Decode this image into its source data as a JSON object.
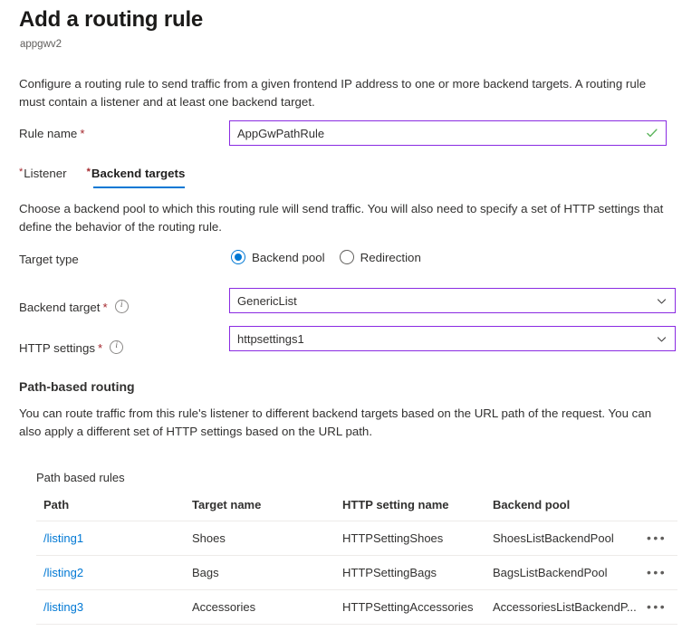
{
  "header": {
    "title": "Add a routing rule",
    "subtitle": "appgwv2"
  },
  "intro": {
    "text": "Configure a routing rule to send traffic from a given frontend IP address to one or more backend targets. A routing rule must contain a listener and at least one backend target."
  },
  "rule_name": {
    "label": "Rule name",
    "required_marker": "*",
    "value": "AppGwPathRule",
    "validation_icon": "check-icon",
    "border_color": "#8a2be2",
    "check_color": "#5db55d"
  },
  "tabs": [
    {
      "label": "Listener",
      "required_marker": "*",
      "active": false
    },
    {
      "label": "Backend targets",
      "required_marker": "*",
      "active": true
    }
  ],
  "tab_accent_color": "#0078d4",
  "backend_section": {
    "description": "Choose a backend pool to which this routing rule will send traffic. You will also need to specify a set of HTTP settings that define the behavior of the routing rule."
  },
  "target_type": {
    "label": "Target type",
    "options": [
      {
        "label": "Backend pool",
        "selected": true
      },
      {
        "label": "Redirection",
        "selected": false
      }
    ],
    "accent_color": "#0078d4"
  },
  "backend_target": {
    "label": "Backend target",
    "required_marker": "*",
    "info_icon": "info-icon",
    "value": "GenericList",
    "chevron_icon": "chevron-down-icon"
  },
  "http_settings": {
    "label": "HTTP settings",
    "required_marker": "*",
    "info_icon": "info-icon",
    "value": "httpsettings1",
    "chevron_icon": "chevron-down-icon"
  },
  "path_based_routing": {
    "heading": "Path-based routing",
    "description": "You can route traffic from this rule's listener to different backend targets based on the URL path of the request. You can also apply a different set of HTTP settings based on the URL path."
  },
  "rules_table": {
    "caption": "Path based rules",
    "columns": [
      "Path",
      "Target name",
      "HTTP setting name",
      "Backend pool"
    ],
    "menu_icon": "•••",
    "rows": [
      {
        "path": "/listing1",
        "target_name": "Shoes",
        "http_setting_name": "HTTPSettingShoes",
        "backend_pool": "ShoesListBackendPool"
      },
      {
        "path": "/listing2",
        "target_name": "Bags",
        "http_setting_name": "HTTPSettingBags",
        "backend_pool": "BagsListBackendPool"
      },
      {
        "path": "/listing3",
        "target_name": "Accessories",
        "http_setting_name": "HTTPSettingAccessories",
        "backend_pool": "AccessoriesListBackendP..."
      }
    ]
  },
  "link_color": "#0078d4"
}
